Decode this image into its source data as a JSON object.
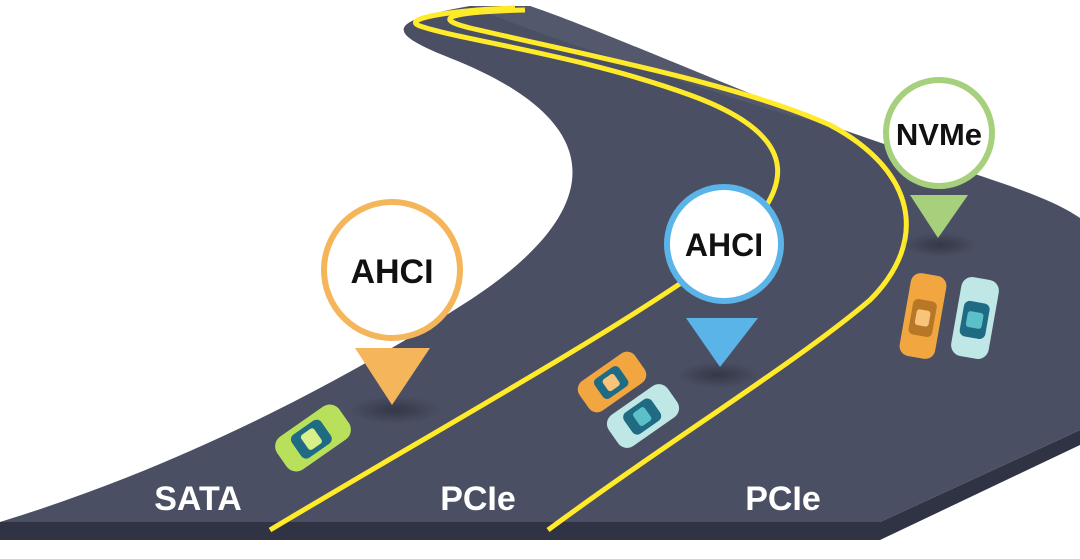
{
  "lanes": [
    {
      "label": "SATA"
    },
    {
      "label": "PCIe"
    },
    {
      "label": "PCIe"
    }
  ],
  "markers": [
    {
      "label": "AHCI",
      "color": "#f5b55a"
    },
    {
      "label": "AHCI",
      "color": "#5ab4e8"
    },
    {
      "label": "NVMe",
      "color": "#a6d07c"
    }
  ],
  "colors": {
    "road": "#4a4f63",
    "road_edge": "#3a3e50",
    "lane_line": "#ffeb2a",
    "car_orange": "#f2a640",
    "car_teal": "#5bc0c8",
    "car_green": "#b9e05a"
  }
}
